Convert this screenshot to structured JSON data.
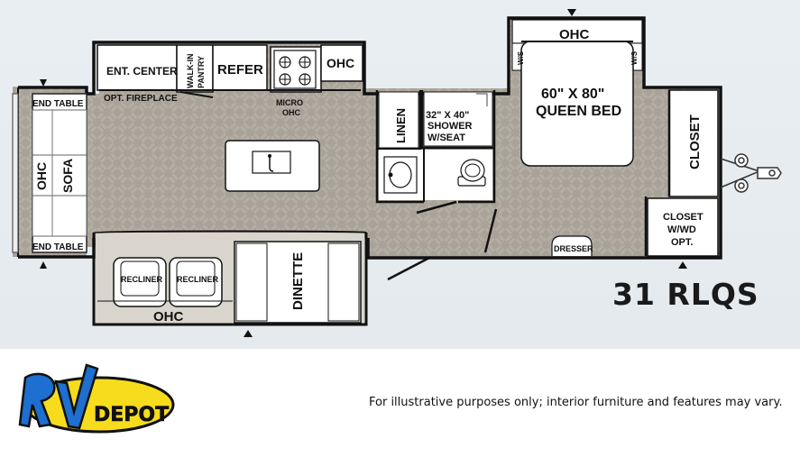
{
  "model": "31 RLQS",
  "disclaimer": "For illustrative purposes only; interior furniture and features may vary.",
  "logo": {
    "word_rv": "RV",
    "word_depot": "DEPOT"
  },
  "labels": {
    "ent_center": "ENT. CENTER",
    "walkin_1": "WALK-IN",
    "walkin_2": "PANTRY",
    "refer": "REFER",
    "micro_1": "MICRO",
    "micro_2": "OHC",
    "ohc_kitchen": "OHC",
    "opt_fireplace": "OPT. FIREPLACE",
    "end_table_top": "END TABLE",
    "end_table_bottom": "END TABLE",
    "sofa": "SOFA",
    "sofa_ohc": "OHC",
    "linen": "LINEN",
    "shower_1": "32\" X 40\"",
    "shower_2": "SHOWER",
    "shower_3": "W/SEAT",
    "bed_1": "60\" X 80\"",
    "bed_2": "QUEEN BED",
    "bed_ohc": "OHC",
    "ws_left": "W/S",
    "ws_right": "W/S",
    "closet": "CLOSET",
    "closet_wd_1": "CLOSET",
    "closet_wd_2": "W/WD",
    "closet_wd_3": "OPT.",
    "dresser": "DRESSER",
    "recliner_1": "RECLINER",
    "recliner_2": "RECLINER",
    "slide_ohc": "OHC",
    "dinette": "DINETTE"
  },
  "colors": {
    "floor": "#a8a197",
    "wall": "#111111",
    "slide_floor": "#d9d4cc",
    "furniture": "#ffffff",
    "logo_yellow": "#f7dc1d",
    "logo_blue": "#1d6fd0",
    "background": "#e6ecf0"
  },
  "icons": [
    "sink-icon",
    "toilet-icon",
    "bathroom-sink-icon",
    "stove-icon",
    "hitch-icon",
    "slide-marker-arrow-icon"
  ]
}
